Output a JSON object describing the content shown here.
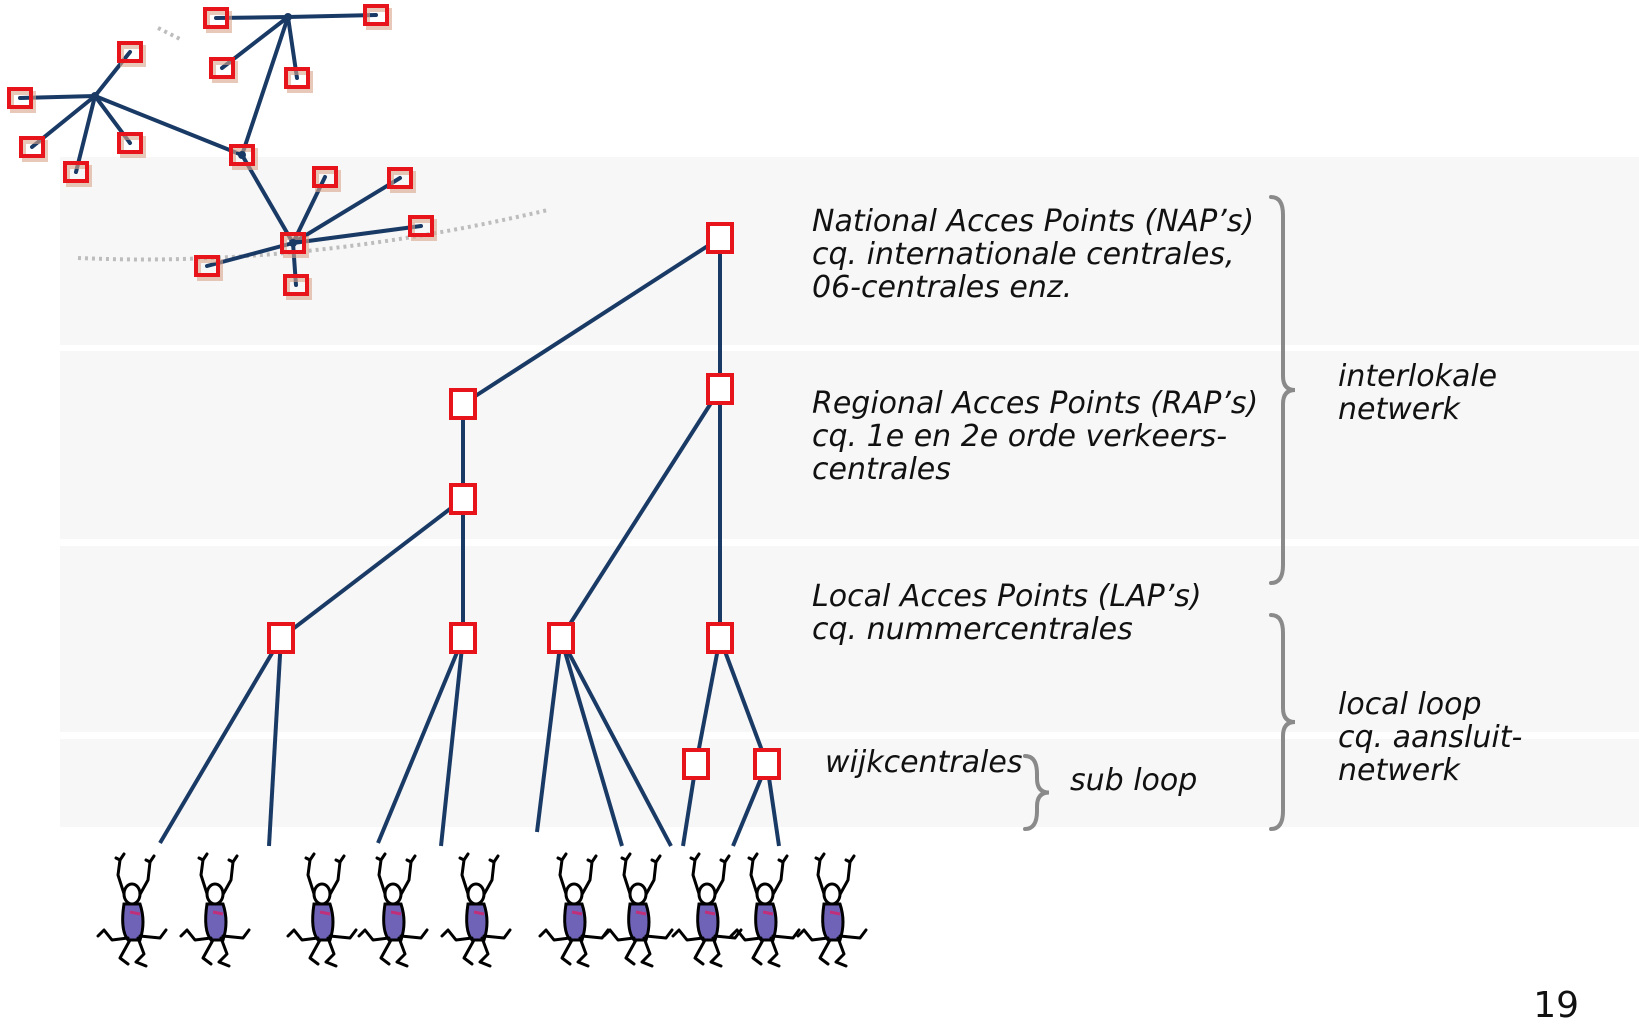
{
  "colors": {
    "line": "#1a3a66",
    "node": "#e8141b",
    "band": "#f7f7f7",
    "bracket": "#8a8a8a",
    "person_body": "#6f63b8"
  },
  "labels": {
    "nap": "National Acces Points (NAP’s)\ncq. internationale centrales,\n06-centrales enz.",
    "rap": "Regional Acces Points (RAP’s)\ncq. 1e en 2e orde verkeers-\ncentrales",
    "lap": "Local Acces Points (LAP’s)\ncq. nummercentrales",
    "wijk": "wijkcentrales",
    "subloop": "sub loop",
    "interlokale": "interlokale\nnetwerk",
    "localloop": "local loop\ncq. aansluit-\nnetwerk"
  },
  "page_number": "19",
  "icons": {
    "network_cloud": "network-cluster-icon",
    "subscriber": "subscriber-figure-icon"
  }
}
